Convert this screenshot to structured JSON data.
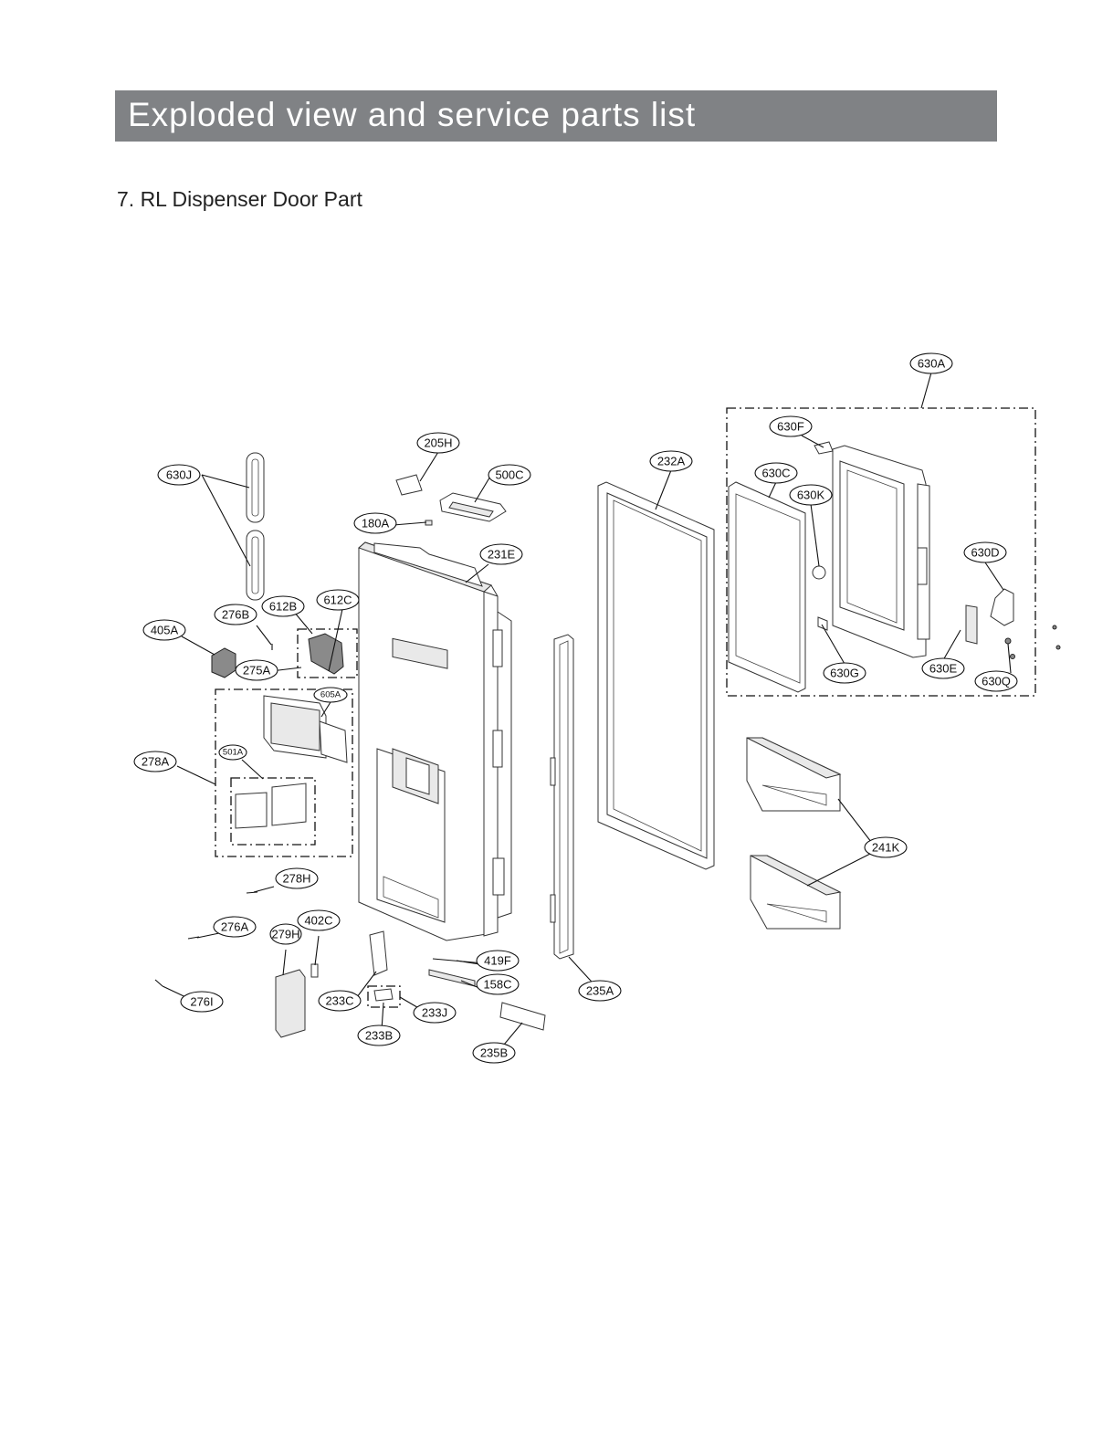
{
  "header": {
    "title": "Exploded view and service parts list"
  },
  "section": {
    "title": "7. RL Dispenser Door Part"
  },
  "labels": {
    "l630A": "630A",
    "l630F": "630F",
    "l630C": "630C",
    "l630K": "630K",
    "l630D": "630D",
    "l630G": "630G",
    "l630E": "630E",
    "l630Q": "630Q",
    "l205H": "205H",
    "l500C": "500C",
    "l232A": "232A",
    "l630J": "630J",
    "l180A": "180A",
    "l231E": "231E",
    "l612B": "612B",
    "l612C": "612C",
    "l276B": "276B",
    "l405A": "405A",
    "l275A": "275A",
    "l605A": "605A",
    "l501A": "501A",
    "l278A": "278A",
    "l241K": "241K",
    "l278H": "278H",
    "l402C": "402C",
    "l276A": "276A",
    "l279H": "279H",
    "l419F": "419F",
    "l158C": "158C",
    "l235A": "235A",
    "l233C": "233C",
    "l233J": "233J",
    "l276I": "276I",
    "l233B": "233B",
    "l235B": "235B"
  }
}
